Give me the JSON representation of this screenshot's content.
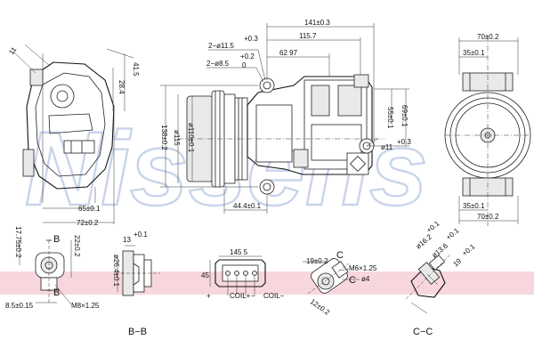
{
  "brand": {
    "watermark": "Nissens",
    "band_color": "#f7d7dd",
    "watermark_color": "#c9d4ea"
  },
  "dimensions": {
    "top_141": "141±0.3",
    "top_1157": "115.7",
    "top_6297": "62 97",
    "hole_2_115": "2−ø11.5",
    "hole_2_115_tol": "+0.3",
    "hole_2_85": "2−ø8.5",
    "hole_2_85_tol_up": "+0.2",
    "hole_2_85_tol_dn": "0",
    "height_138": "138±0.2",
    "dia_115": "ø115",
    "dia_110": "ø110±0.1",
    "bottom_444": "44.4±0.1",
    "right_55": "55±0.1",
    "right_69": "69±0.1",
    "right_dia11": "ø11",
    "right_dia11_tol": "+0.3",
    "left_11": "11",
    "left_415": "41.5",
    "left_284": "28.4",
    "left_65": "65±0.1",
    "left_72": "72±0.2",
    "rv_70_top": "70±0.2",
    "rv_35_top": "35±0.1",
    "rv_35_bot": "35±0.1",
    "rv_70_bot": "70±0.2",
    "d1_1775": "17.75±0.2",
    "d1_225": "22±0.2",
    "d1_85": "8.5±0.15",
    "d1_m8": "M8×1.25",
    "d1_b": "B",
    "d2_13": "13",
    "d2_13_tol": "+0.1",
    "d2_dia264": "ø26.4±0.1",
    "d3_1455": "145 5",
    "d3_45": "45",
    "d3_plus": "+",
    "d3_coil_plus": "COIL+",
    "d3_coil_minus": "COIL−",
    "d3_minus": "−",
    "d4_19": "19±0.2",
    "d4_c": "C",
    "d4_m6": "M6×1.25",
    "d4_dia4": "ø4",
    "d4_12": "12±0.2",
    "d5_dia162": "ø16.2",
    "d5_dia162_tol": "+0.1",
    "d5_dia136": "ø13.6",
    "d5_dia136_tol": "+0.1",
    "d5_19": "19",
    "d5_19_tol": "+0.1"
  },
  "section_labels": {
    "bb": "B−B",
    "cc": "C−C"
  }
}
